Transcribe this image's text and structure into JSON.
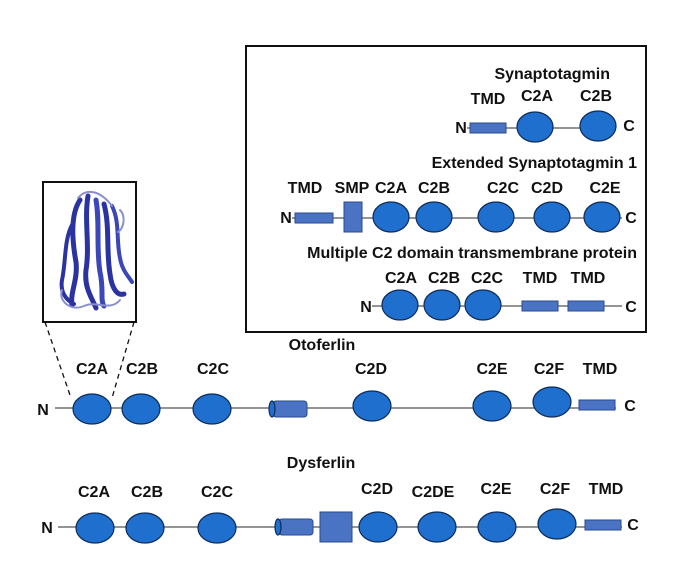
{
  "colors": {
    "domain_fill": "#1f6fcf",
    "domain_stroke": "#0d2b57",
    "tmd_fill": "#4a73c4",
    "ribbon": "#2a33a0"
  },
  "termini": {
    "n": "N",
    "c": "C"
  },
  "inset": {
    "synaptotagmin": {
      "title": "Synaptotagmin",
      "labels": [
        "TMD",
        "C2A",
        "C2B"
      ]
    },
    "esyt1": {
      "title": "Extended Synaptotagmin 1",
      "labels": [
        "TMD",
        "SMP",
        "C2A",
        "C2B",
        "C2C",
        "C2D",
        "C2E"
      ]
    },
    "mctp": {
      "title": "Multiple C2 domain transmembrane protein",
      "labels": [
        "C2A",
        "C2B",
        "C2C",
        "TMD",
        "TMD"
      ]
    }
  },
  "otoferlin": {
    "title": "Otoferlin",
    "labels": [
      "C2A",
      "C2B",
      "C2C",
      "C2D",
      "C2E",
      "C2F",
      "TMD"
    ]
  },
  "dysferlin": {
    "title": "Dysferlin",
    "labels": [
      "C2A",
      "C2B",
      "C2C",
      "C2D",
      "C2DE",
      "C2E",
      "C2F",
      "TMD"
    ]
  },
  "structure_image": {
    "icon": "c2-domain-beta-sandwich-ribbon"
  }
}
